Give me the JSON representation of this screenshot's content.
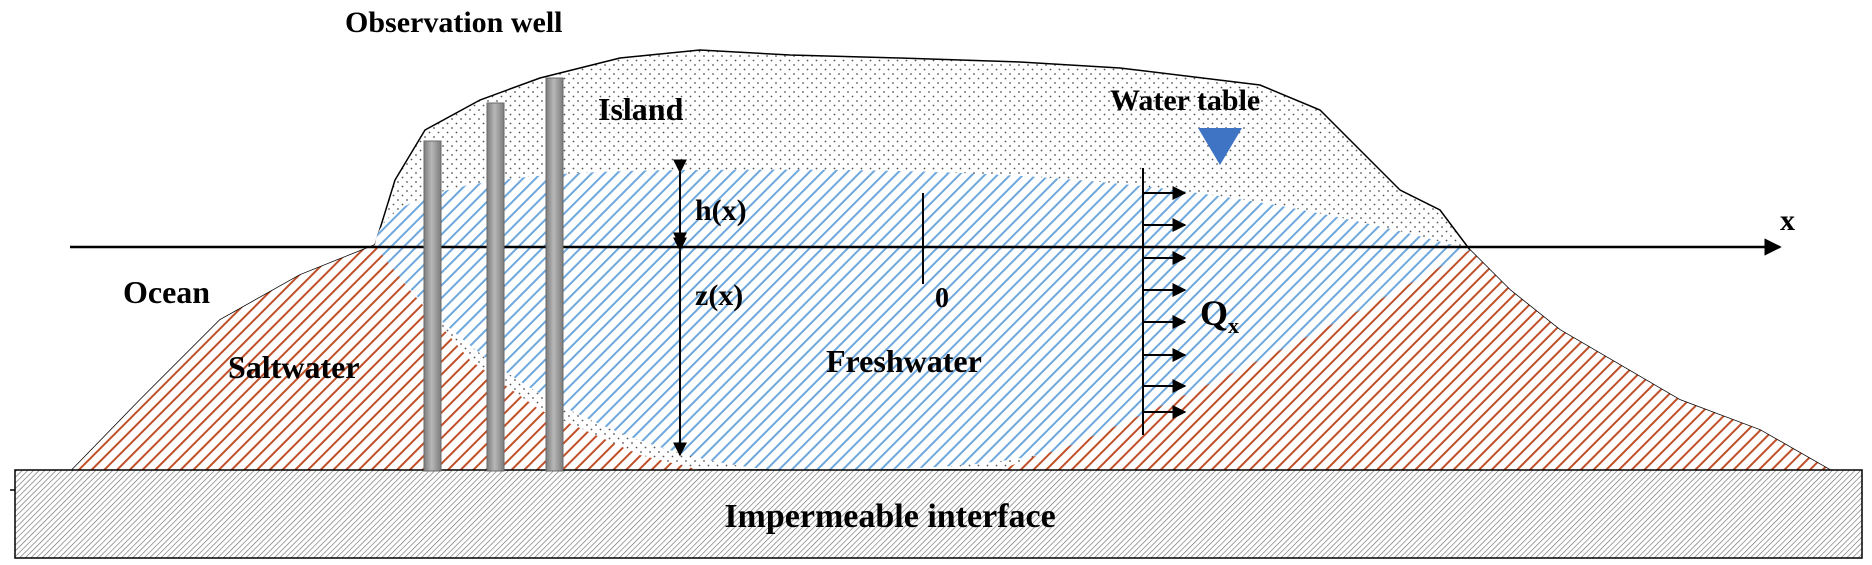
{
  "labels": {
    "observation_well": "Observation well",
    "island": "Island",
    "water_table": "Water table",
    "ocean": "Ocean",
    "saltwater": "Saltwater",
    "freshwater": "Freshwater",
    "impermeable": "Impermeable interface",
    "x_axis": "x",
    "h_of_x": "h(x)",
    "z_of_x": "z(x)",
    "origin": "0",
    "flux_q": "Q",
    "flux_sub": "x"
  },
  "colors": {
    "saltwater_hatch": "#c0502a",
    "freshwater_hatch": "#6fa8dc",
    "water_table_marker": "#3f73c4",
    "well_fill": "#a0a0a0",
    "island_dots": "#555555",
    "base_hatch": "#777777"
  },
  "wells": {
    "count": 3
  },
  "flux_arrows": {
    "count": 8
  }
}
